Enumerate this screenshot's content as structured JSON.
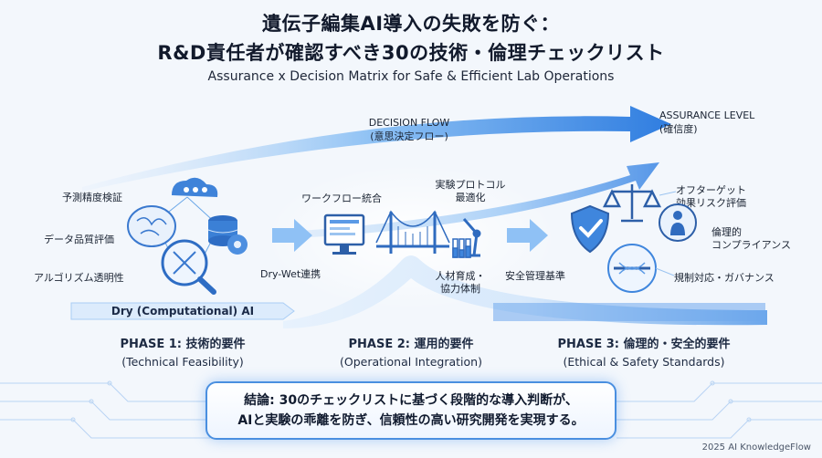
{
  "header": {
    "title_line1": "遺伝子編集AI導入の失敗を防ぐ：",
    "title_line2": "R&D責任者が確認すべき30の技術・倫理チェックリスト",
    "subtitle": "Assurance x Decision Matrix for Safe & Efficient Lab Operations"
  },
  "flow": {
    "decision_flow_en": "DECISION FLOW",
    "decision_flow_ja": "(意思決定フロー)",
    "assurance_en": "ASSURANCE LEVEL",
    "assurance_ja": "(確信度)"
  },
  "phase1": {
    "items": [
      "予測精度検証",
      "データ品質評価",
      "アルゴリズム透明性"
    ],
    "band_label": "Dry (Computational) AI",
    "title": "PHASE 1: 技術的要件",
    "subtitle": "(Technical Feasibility)"
  },
  "bridge": {
    "label": "Dry-Wet連携"
  },
  "phase2": {
    "workflow": "ワークフロー統合",
    "protocol_line1": "実験プロトコル",
    "protocol_line2": "最適化",
    "hr_line1": "人材育成・",
    "hr_line2": "協力体制",
    "safety": "安全管理基準",
    "title": "PHASE 2: 運用的要件",
    "subtitle": "(Operational Integration)"
  },
  "phase3": {
    "offtarget_line1": "オフターゲット",
    "offtarget_line2": "効果リスク評価",
    "ethics_line1": "倫理的",
    "ethics_line2": "コンプライアンス",
    "regulation": "規制対応・ガバナンス",
    "title": "PHASE 3: 倫理的・安全的要件",
    "subtitle": "(Ethical & Safety Standards)"
  },
  "conclusion": {
    "line1": "結論: 30のチェックリストに基づく段階的な導入判断が、",
    "line2": "AIと実験の乖離を防ぎ、信頼性の高い研究開発を実現する。"
  },
  "footer": {
    "copyright": "2025 AI KnowledgeFlow"
  },
  "colors": {
    "accent": "#2f7de0",
    "accent_light": "#8fc1f5",
    "dark_text": "#121a2c"
  }
}
